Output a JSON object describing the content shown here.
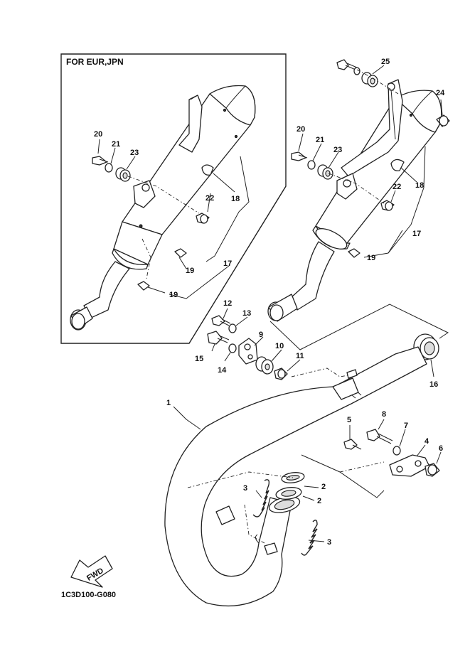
{
  "inset_title": "FOR EUR,JPN",
  "reference_code": "1C3D100-G080",
  "fwd_badge": "FWD",
  "callouts": {
    "c1": "1",
    "c2a": "2",
    "c2b": "2",
    "c3a": "3",
    "c3b": "3",
    "c4": "4",
    "c5": "5",
    "c6": "6",
    "c7": "7",
    "c8": "8",
    "c9": "9",
    "c10": "10",
    "c11": "11",
    "c12": "12",
    "c13": "13",
    "c14": "14",
    "c15": "15",
    "c16": "16",
    "c17a": "17",
    "c17b": "17",
    "c18a": "18",
    "c18b": "18",
    "c19a": "19",
    "c19b": "19",
    "c19c": "19",
    "c20a": "20",
    "c20b": "20",
    "c21a": "21",
    "c21b": "21",
    "c22a": "22",
    "c22b": "22",
    "c23a": "23",
    "c23b": "23",
    "c24": "24",
    "c25": "25"
  }
}
